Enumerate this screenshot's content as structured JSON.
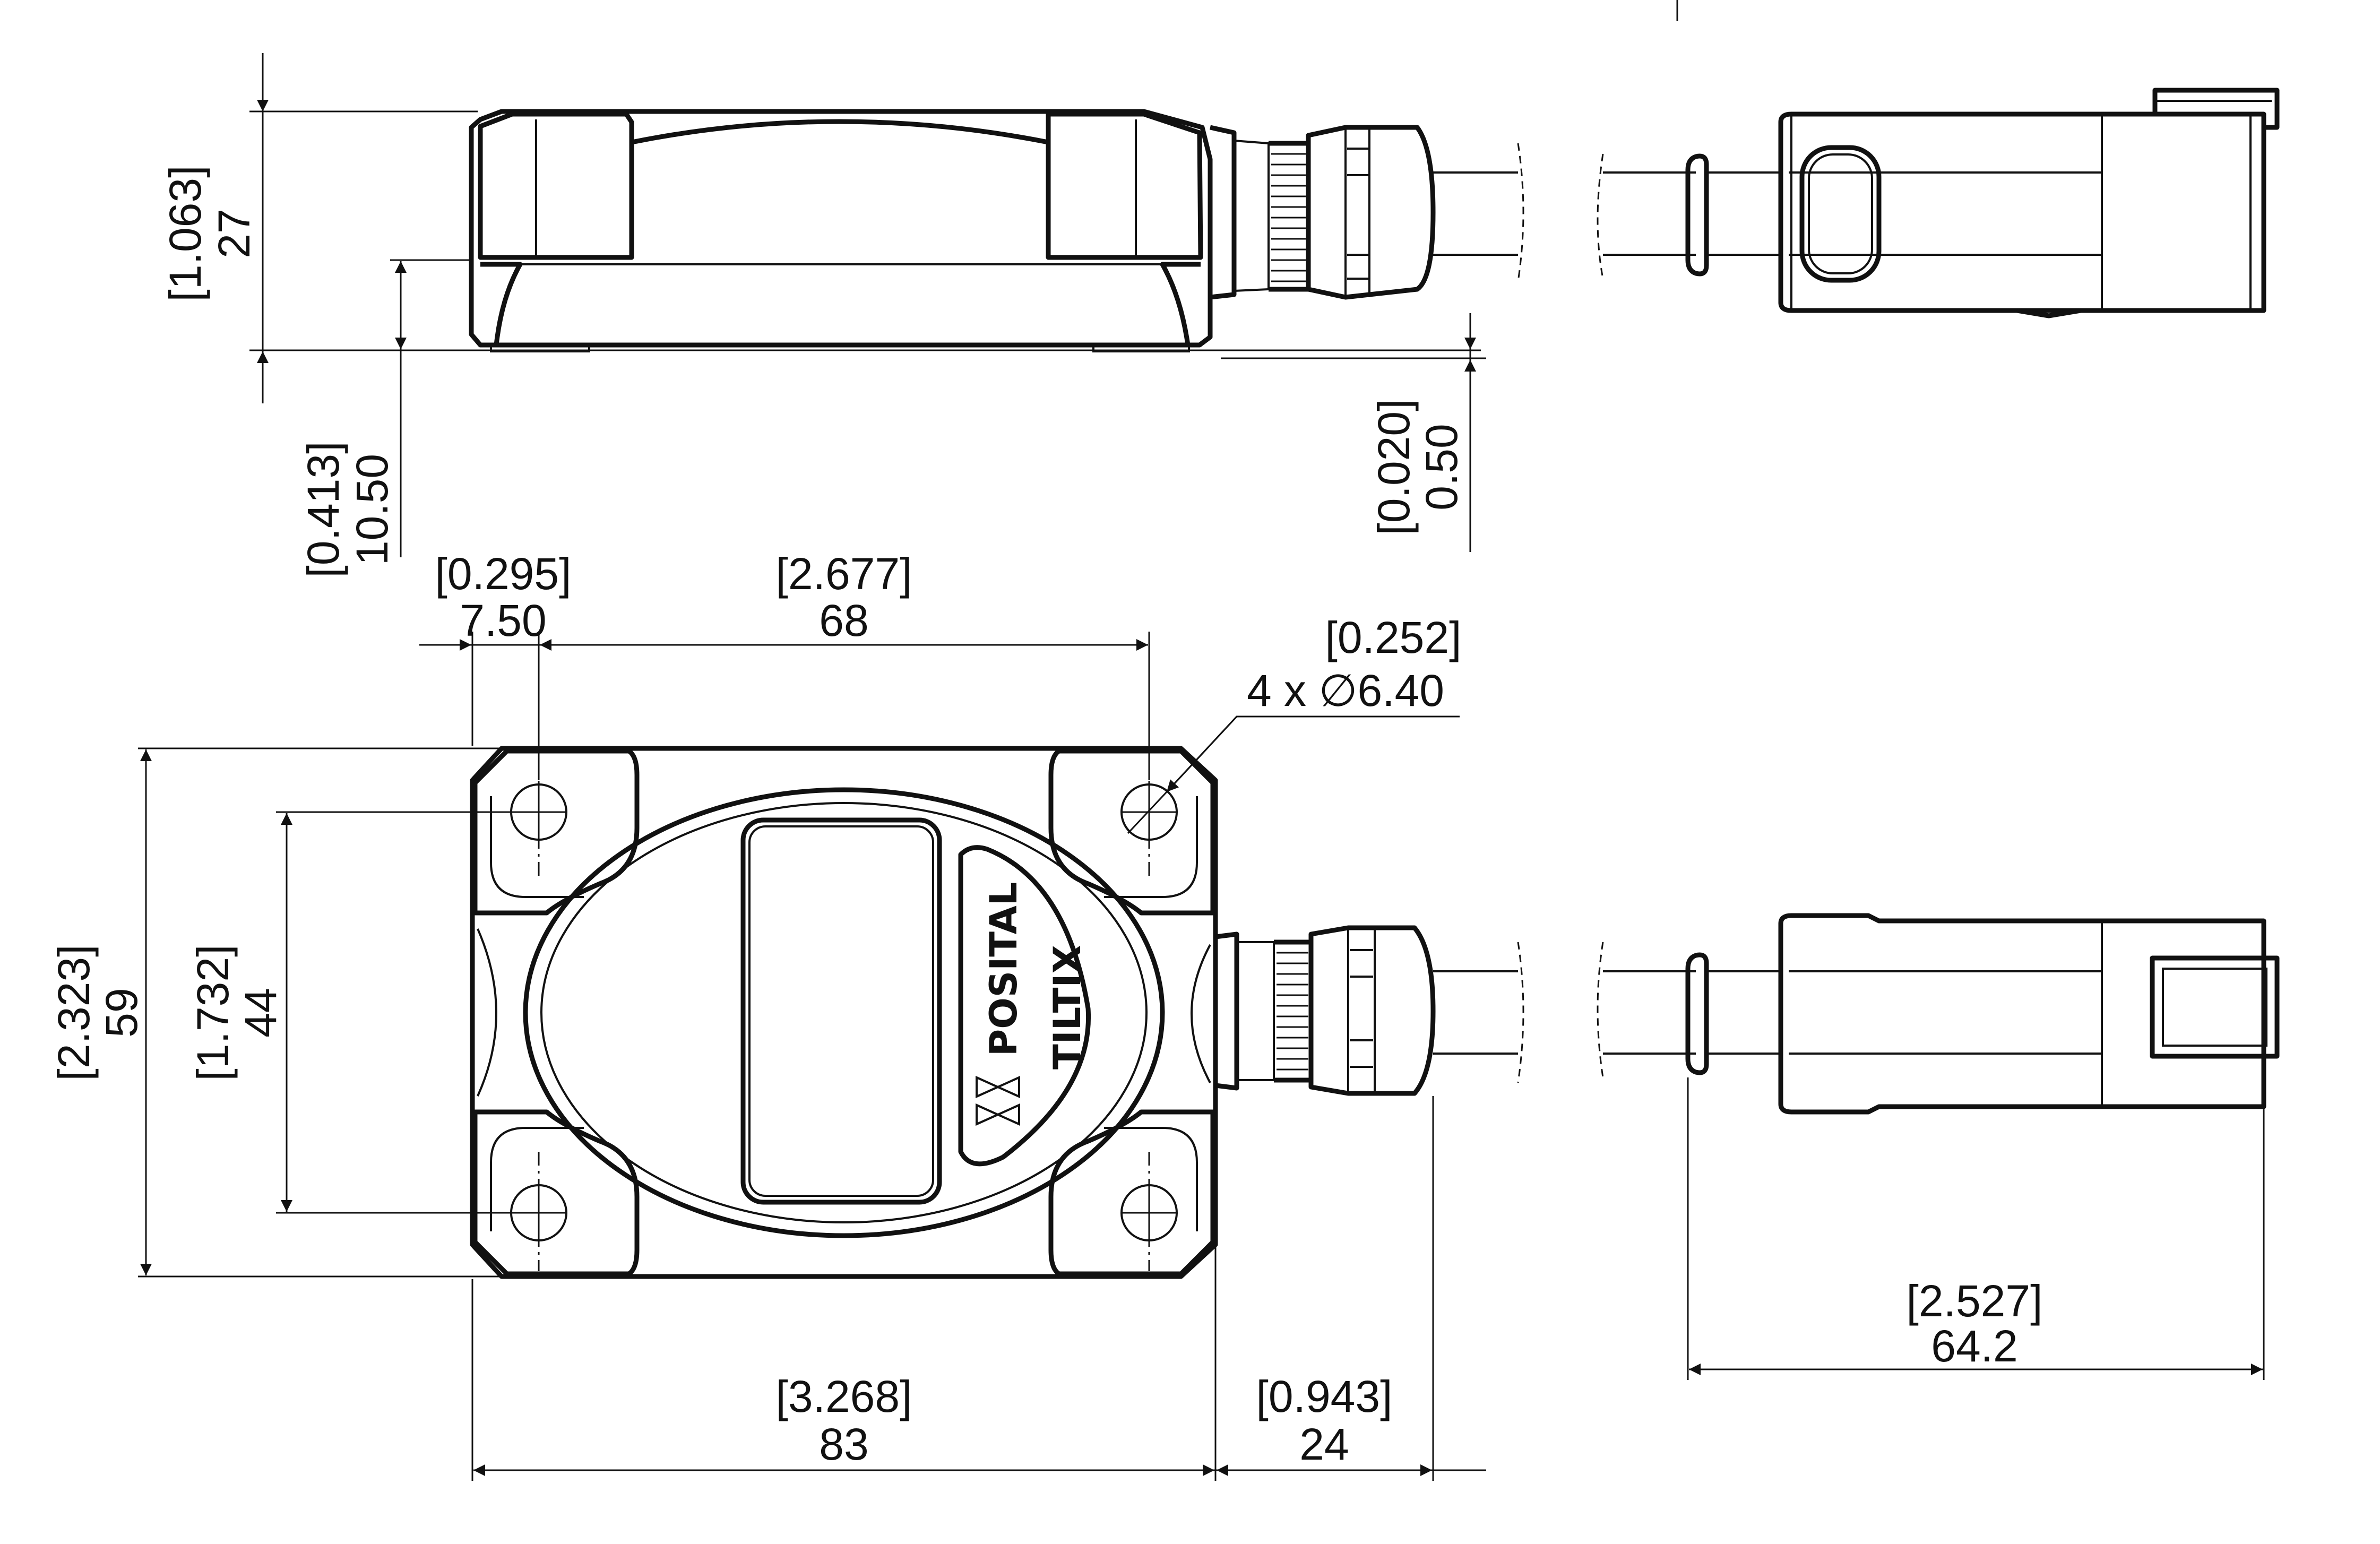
{
  "dimensions": {
    "height_total": {
      "inch": "[1.063]",
      "mm": "27"
    },
    "height_cable_axis": {
      "inch": "[0.413]",
      "mm": "10.50"
    },
    "offset_bottom": {
      "inch": "[0.020]",
      "mm": "0.50"
    },
    "hole_edge_offset": {
      "inch": "[0.295]",
      "mm": "7.50"
    },
    "hole_spacing_x": {
      "inch": "[2.677]",
      "mm": "68"
    },
    "hole_diameter": {
      "inch": "[0.252]",
      "mm": "4 x ∅6.40"
    },
    "width_total": {
      "inch": "[2.323]",
      "mm": "59"
    },
    "hole_spacing_y": {
      "inch": "[1.732]",
      "mm": "44"
    },
    "length_total": {
      "inch": "[3.268]",
      "mm": "83"
    },
    "connector_length": {
      "inch": "[0.943]",
      "mm": "24"
    },
    "side_length": {
      "inch": "[2.527]",
      "mm": "64.2"
    }
  },
  "labels": {
    "brand": "POSITAL",
    "product": "TILTIX"
  },
  "colors": {
    "line": "#111111",
    "background": "#ffffff"
  }
}
